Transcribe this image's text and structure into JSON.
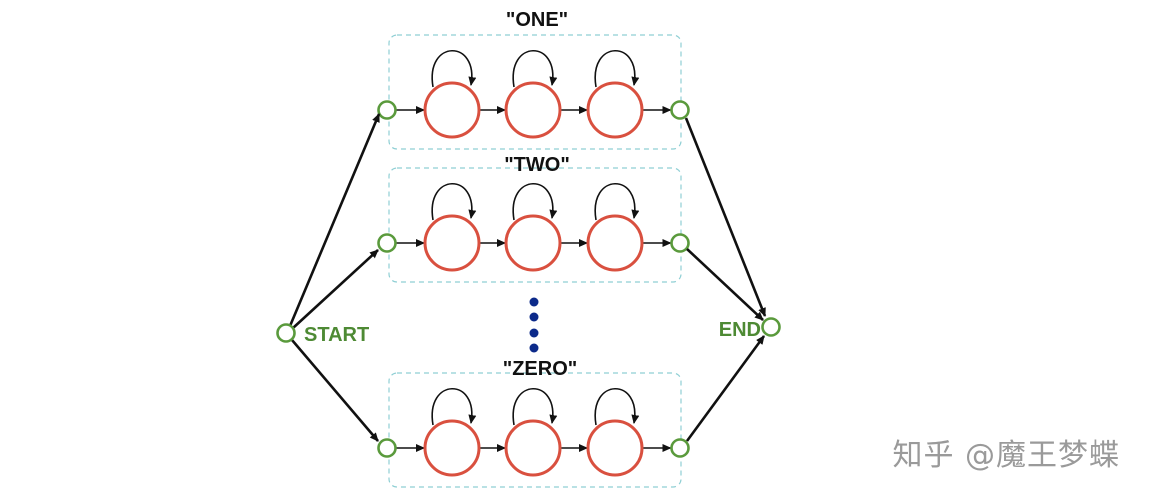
{
  "diagram": {
    "start_label": "START",
    "end_label": "END",
    "words": [
      {
        "label": "\"ONE\""
      },
      {
        "label": "\"TWO\""
      },
      {
        "label": "\"ZERO\""
      }
    ],
    "states_per_word": 3,
    "ellipsis_dots": 4
  },
  "watermark": "知乎 @魔王梦蝶",
  "colors": {
    "state_stroke": "#d9503f",
    "entry_exit_stroke": "#5a9a3c",
    "box_stroke": "#8fcfd4",
    "arrow": "#111111",
    "label": "#111111",
    "terminal_label": "#4e8a34",
    "dots": "#0c2a8a",
    "watermark": "#9a9a9a"
  }
}
